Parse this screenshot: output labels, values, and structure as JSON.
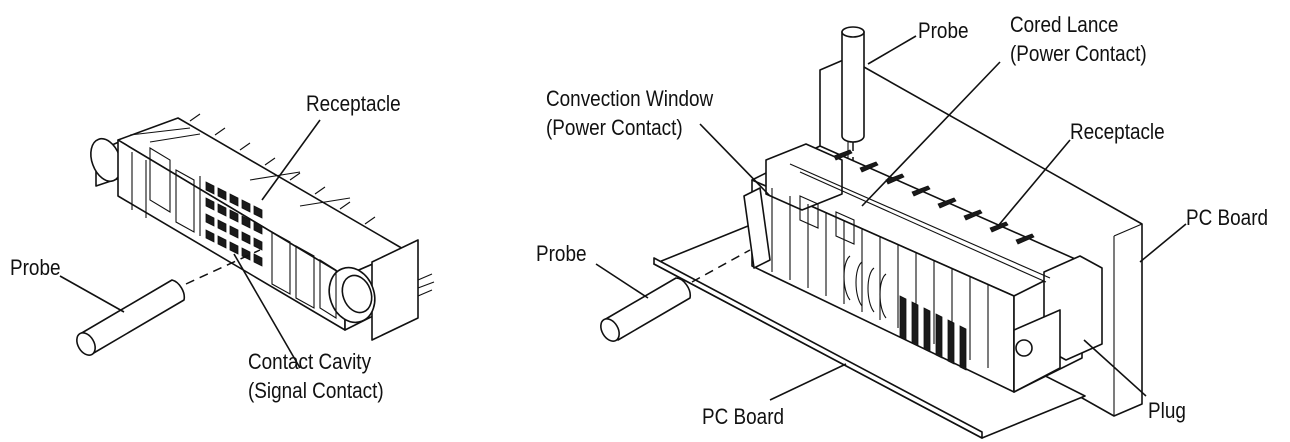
{
  "left_figure": {
    "labels": {
      "receptacle": "Receptacle",
      "probe": "Probe",
      "contact_cavity_line1": "Contact Cavity",
      "contact_cavity_line2": "(Signal Contact)"
    }
  },
  "right_figure": {
    "labels": {
      "probe_top": "Probe",
      "cored_lance_line1": "Cored Lance",
      "cored_lance_line2": "(Power Contact)",
      "convection_window_line1": "Convection Window",
      "convection_window_line2": "(Power Contact)",
      "receptacle": "Receptacle",
      "pc_board_right": "PC Board",
      "probe_left": "Probe",
      "pc_board_bottom": "PC Board",
      "plug": "Plug"
    }
  }
}
